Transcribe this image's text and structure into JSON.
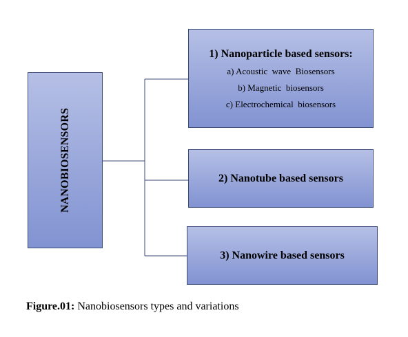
{
  "diagram": {
    "root": {
      "label": "NANOBIOSENSORS"
    },
    "children": [
      {
        "title": "1) Nanoparticle based sensors:",
        "items": [
          "a) Acoustic  wave  Biosensors",
          "b) Magnetic  biosensors",
          "c) Electrochemical  biosensors"
        ]
      },
      {
        "title": "2) Nanotube based sensors",
        "items": []
      },
      {
        "title": "3) Nanowire based sensors",
        "items": []
      }
    ],
    "colors": {
      "box_fill_top": "#b6c0e6",
      "box_fill_bottom": "#8293d2",
      "box_border": "#3c4a78",
      "connector": "#3c4a78"
    }
  },
  "caption": {
    "label": "Figure.01:",
    "text": " Nanobiosensors types and variations"
  }
}
